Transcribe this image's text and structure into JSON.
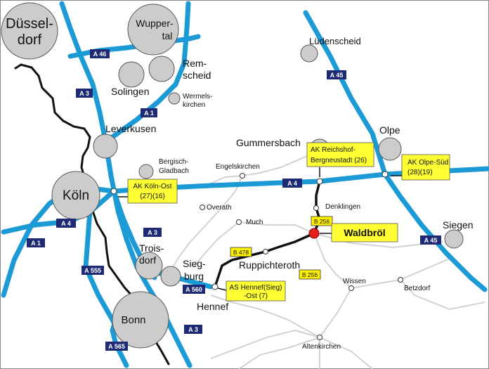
{
  "cities": {
    "duesseldorf": [
      "Düssel-",
      "dorf"
    ],
    "wuppertal": [
      "Wupper-",
      "tal"
    ],
    "remscheid": [
      "Rem-",
      "scheid"
    ],
    "solingen": "Solingen",
    "wermelskirchen": [
      "Wermels-",
      "kirchen"
    ],
    "leverkusen": "Leverkusen",
    "bergisch_gladbach": [
      "Bergisch-",
      "Gladbach"
    ],
    "koeln": "Köln",
    "troisdorf": [
      "Trois-",
      "dorf"
    ],
    "siegburg": [
      "Sieg-",
      "burg"
    ],
    "hennef": "Hennef",
    "bonn": "Bonn",
    "luedenscheid": "Lüdenscheid",
    "gummersbach": "Gummersbach",
    "olpe": "Olpe",
    "siegen": "Siegen",
    "engelskirchen": "Engelskirchen",
    "overath": "Overath",
    "much": "Much",
    "denklingen": "Denklingen",
    "ruppichteroth": "Ruppichteroth",
    "wissen": "Wissen",
    "betzdorf": "Betzdorf",
    "altenkirchen": "Altenkirchen"
  },
  "highways": {
    "a46": "A 46",
    "a3_north": "A 3",
    "a1_north": "A 1",
    "a45_north": "A 45",
    "a4_east": "A 4",
    "a4_west": "A 4",
    "a3_mid": "A 3",
    "a1_west": "A 1",
    "a555": "A 555",
    "a560": "A 560",
    "a3_south": "A 3",
    "a565": "A 565",
    "a45_south": "A 45"
  },
  "federal_roads": {
    "b256_north": "B 256",
    "b478": "B 478",
    "b256_south": "B 256"
  },
  "callouts": {
    "ak_koeln_ost": [
      "AK Köln-Ost",
      "(27)(16)"
    ],
    "ak_reichshof": [
      "AK Reichshof-",
      "Bergneustadt (26)"
    ],
    "ak_olpe_sued": [
      "AK Olpe-Süd",
      "(28)(19)"
    ],
    "waldbroel": "Waldbröl",
    "as_hennef": [
      "AS Hennef(Sieg)",
      "-Ost (7)"
    ]
  },
  "colors": {
    "highway": "#1b9ad6",
    "highway_shield": "#1e2a73",
    "federal_road_label": "#ffef00",
    "callout": "#ffff33",
    "city": "#cccccc",
    "river": "#111111",
    "secondary_road": "#d2d2d2",
    "destination_marker": "#e3201b"
  },
  "icons": {
    "destination": "red-circle-marker",
    "junction": "white-circle-node",
    "city": "grey-circle"
  }
}
